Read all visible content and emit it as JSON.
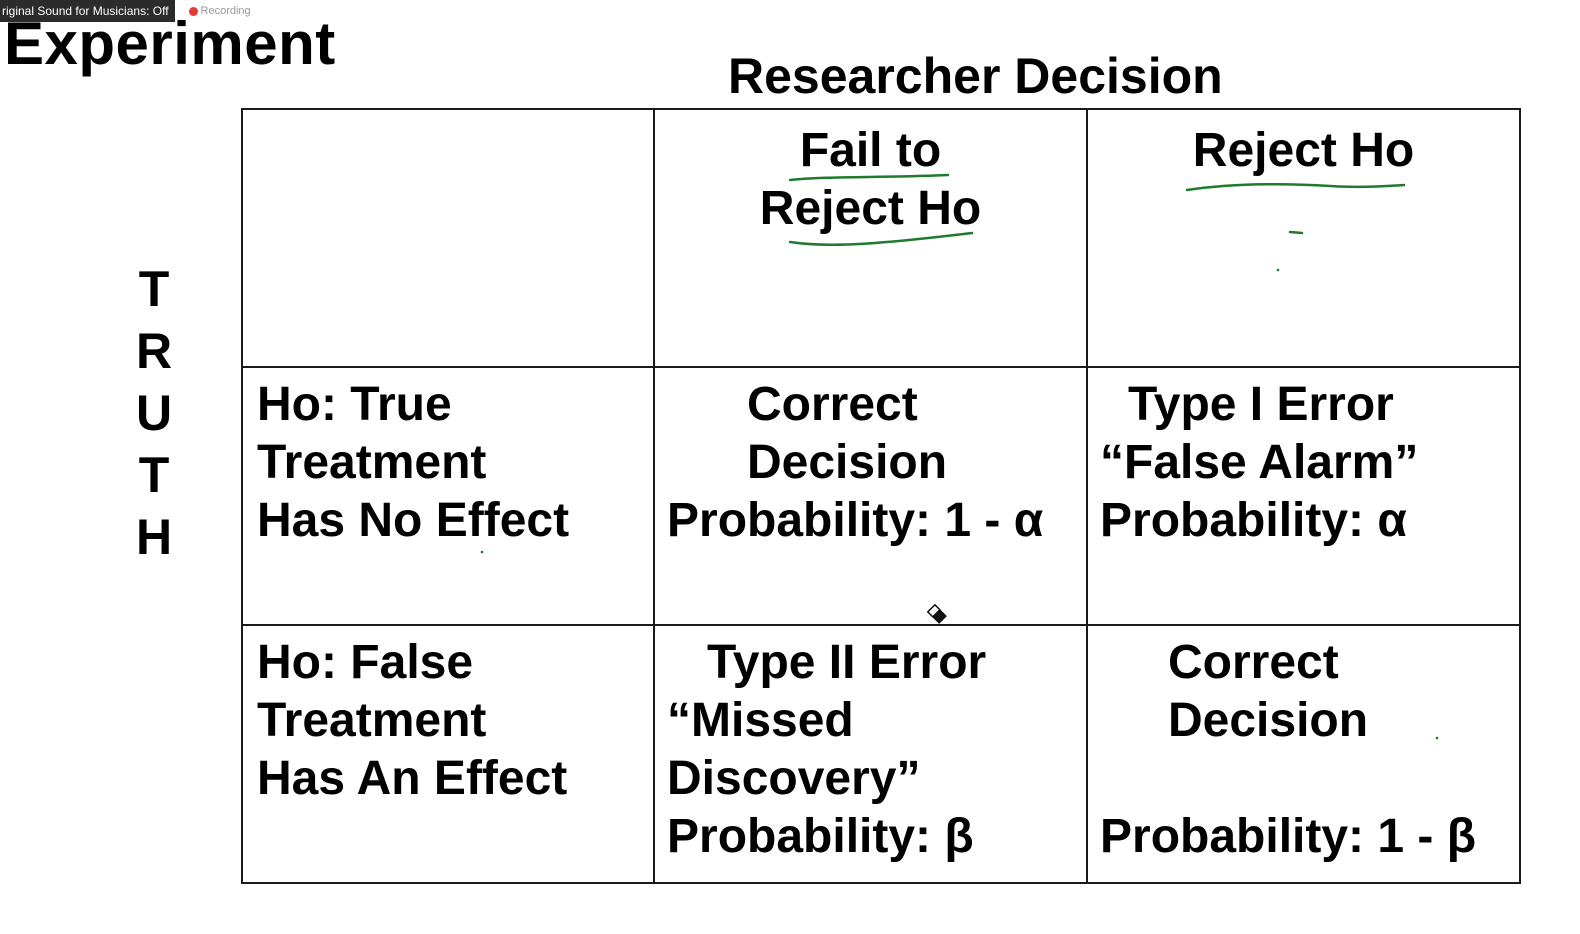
{
  "zoom_bar": {
    "original_sound": "riginal Sound for Musicians: Off",
    "recording": "Recording"
  },
  "slide": {
    "title": "Experiment",
    "column_heading": "Researcher Decision",
    "row_axis_letters": [
      "T",
      "R",
      "U",
      "T",
      "H"
    ],
    "header_row": {
      "fail_to_reject": [
        "Fail to",
        "Reject Ho"
      ],
      "reject": [
        "Reject Ho"
      ]
    },
    "rows": [
      {
        "label": [
          "Ho: True",
          "Treatment",
          "Has No Effect"
        ],
        "fail_to_reject": [
          "Correct",
          "Decision",
          "Probability: 1 - α"
        ],
        "reject": [
          "Type I Error",
          "“False Alarm”",
          "Probability: α"
        ]
      },
      {
        "label": [
          "Ho: False",
          "Treatment",
          "Has An Effect"
        ],
        "fail_to_reject": [
          "Type II Error",
          "“Missed",
          "Discovery”",
          "Probability: β"
        ],
        "reject": [
          "Correct",
          "Decision",
          "",
          "Probability: 1 - β"
        ]
      }
    ]
  },
  "colors": {
    "ink": "#1f7a2e",
    "text": "#000000",
    "grid": "#1a1a1a"
  },
  "icons": {
    "cursor": "eraser-icon"
  }
}
